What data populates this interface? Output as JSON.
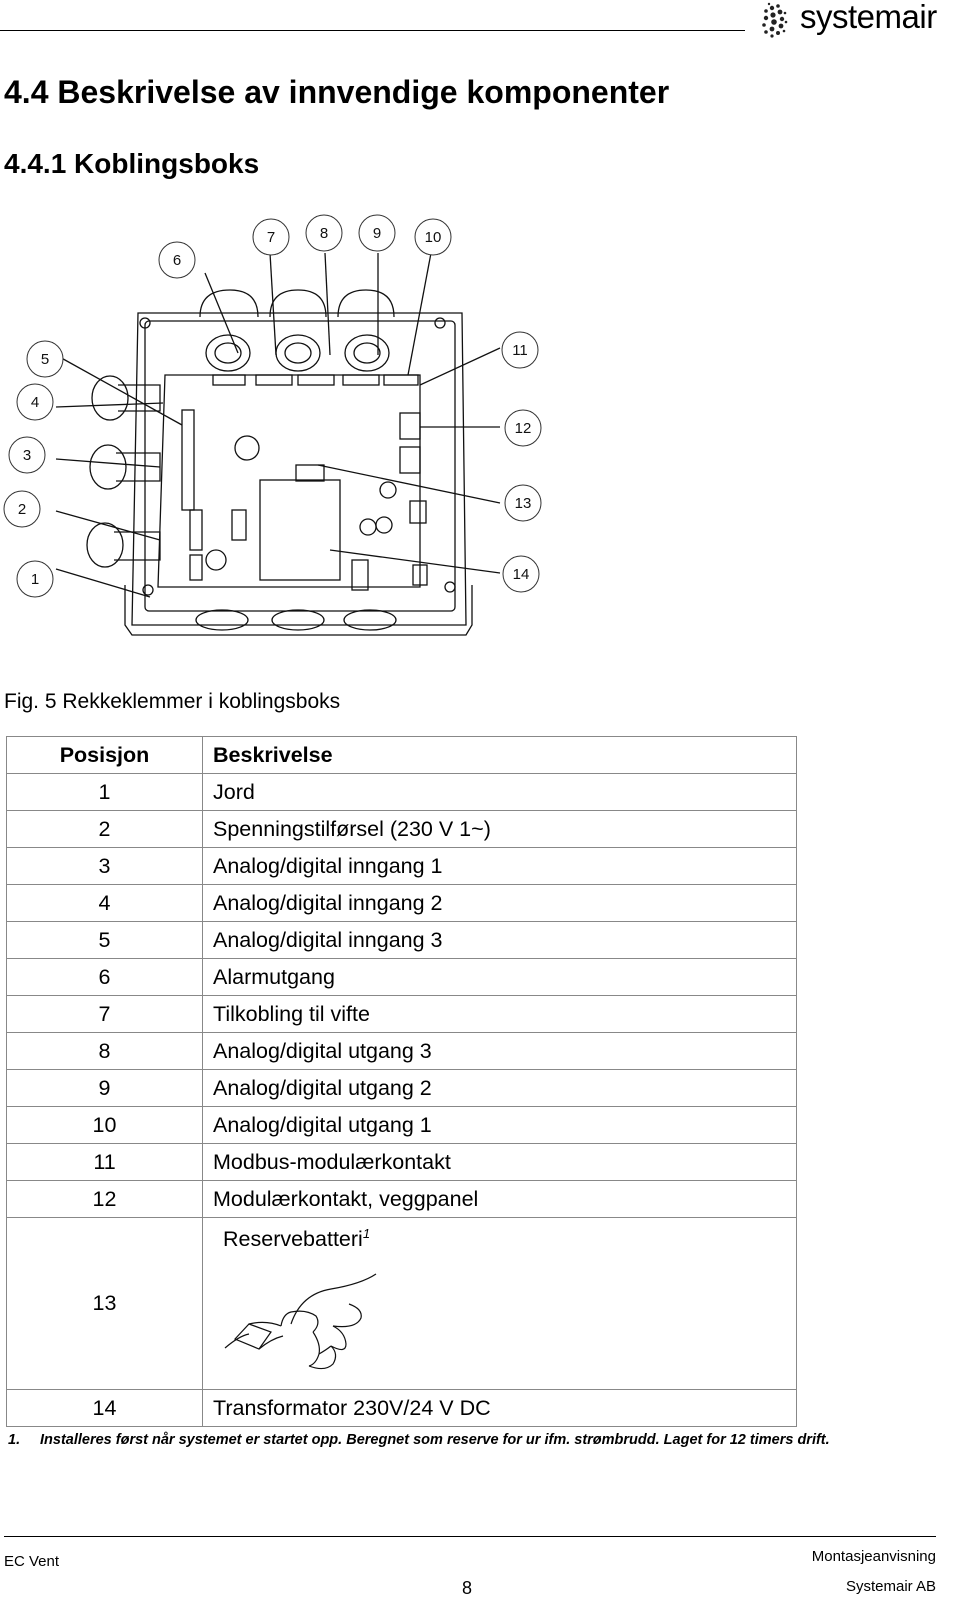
{
  "brand": {
    "name": "systemair"
  },
  "heading": {
    "section": "4.4 Beskrivelse av innvendige komponenter",
    "subsection": "4.4.1 Koblingsboks"
  },
  "figure": {
    "caption": "Fig.  5 Rekkeklemmer i koblingsboks",
    "callouts": [
      "1",
      "2",
      "3",
      "4",
      "5",
      "6",
      "7",
      "8",
      "9",
      "10",
      "11",
      "12",
      "13",
      "14"
    ]
  },
  "table": {
    "headers": {
      "position": "Posisjon",
      "description": "Beskrivelse"
    },
    "rows": [
      {
        "pos": "1",
        "desc": "Jord"
      },
      {
        "pos": "2",
        "desc": "Spenningstilførsel (230 V 1~)"
      },
      {
        "pos": "3",
        "desc": "Analog/digital inngang 1"
      },
      {
        "pos": "4",
        "desc": "Analog/digital inngang 2"
      },
      {
        "pos": "5",
        "desc": "Analog/digital inngang 3"
      },
      {
        "pos": "6",
        "desc": "Alarmutgang"
      },
      {
        "pos": "7",
        "desc": "Tilkobling til vifte"
      },
      {
        "pos": "8",
        "desc": "Analog/digital utgang 3"
      },
      {
        "pos": "9",
        "desc": "Analog/digital utgang 2"
      },
      {
        "pos": "10",
        "desc": "Analog/digital utgang 1"
      },
      {
        "pos": "11",
        "desc": "Modbus-modulærkontakt"
      },
      {
        "pos": "12",
        "desc": "Modulærkontakt, veggpanel"
      },
      {
        "pos": "13",
        "desc": "Reservebatteri",
        "note_ref": "1"
      },
      {
        "pos": "14",
        "desc": "Transformator 230V/24 V DC"
      }
    ]
  },
  "footnote": {
    "number": "1.",
    "text": "Installeres først når systemet er startet opp. Beregnet som reserve for ur ifm. strømbrudd. Laget for 12 timers drift."
  },
  "footer": {
    "left": "EC Vent",
    "page": "8",
    "right_top": "Montasjeanvisning",
    "right_bottom": "Systemair AB"
  }
}
